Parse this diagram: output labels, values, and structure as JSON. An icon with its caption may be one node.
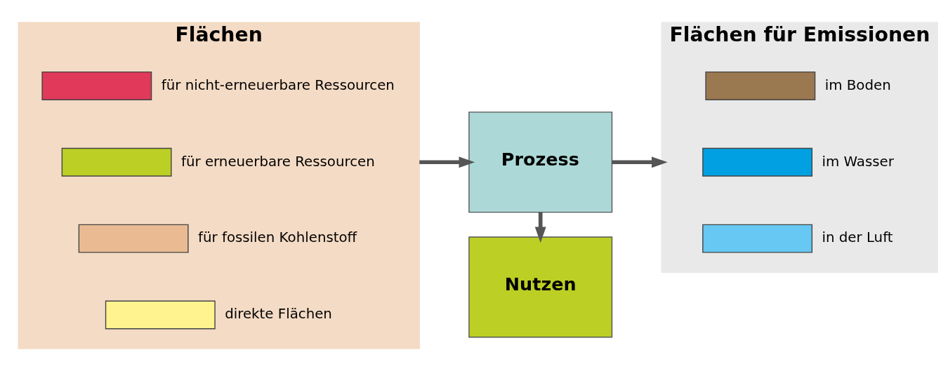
{
  "diagram": {
    "nodes": [
      {
        "text": [
          "Flächen"
        ]
      },
      {
        "text": [
          "direkte Flächen"
        ],
        "in": 0
      },
      {
        "text": [
          "für fossilen Kohlenstoff"
        ],
        "in": 0
      },
      {
        "text": [
          "für erneuerbare Ressourcen"
        ],
        "in": 0
      },
      {
        "text": [
          "für nicht-erneuerbare Ressourcen"
        ],
        "in": 0
      },
      {
        "text": [
          "Prozess"
        ]
      },
      {
        "text": [
          "Nutzen"
        ]
      },
      {
        "text": [
          "Flächen für Emissionen"
        ]
      },
      {
        "text": [
          "in der Luft"
        ],
        "in": 7
      },
      {
        "text": [
          "im Wasser"
        ],
        "in": 7
      },
      {
        "text": [
          "im Boden"
        ],
        "in": 7
      }
    ],
    "edges": [
      {
        "from": 0,
        "to": 5,
        "arrow": "to"
      },
      {
        "from": 5,
        "to": 7,
        "arrow": "to"
      },
      {
        "from": 5,
        "to": 6,
        "arrow": "to"
      }
    ]
  }
}
